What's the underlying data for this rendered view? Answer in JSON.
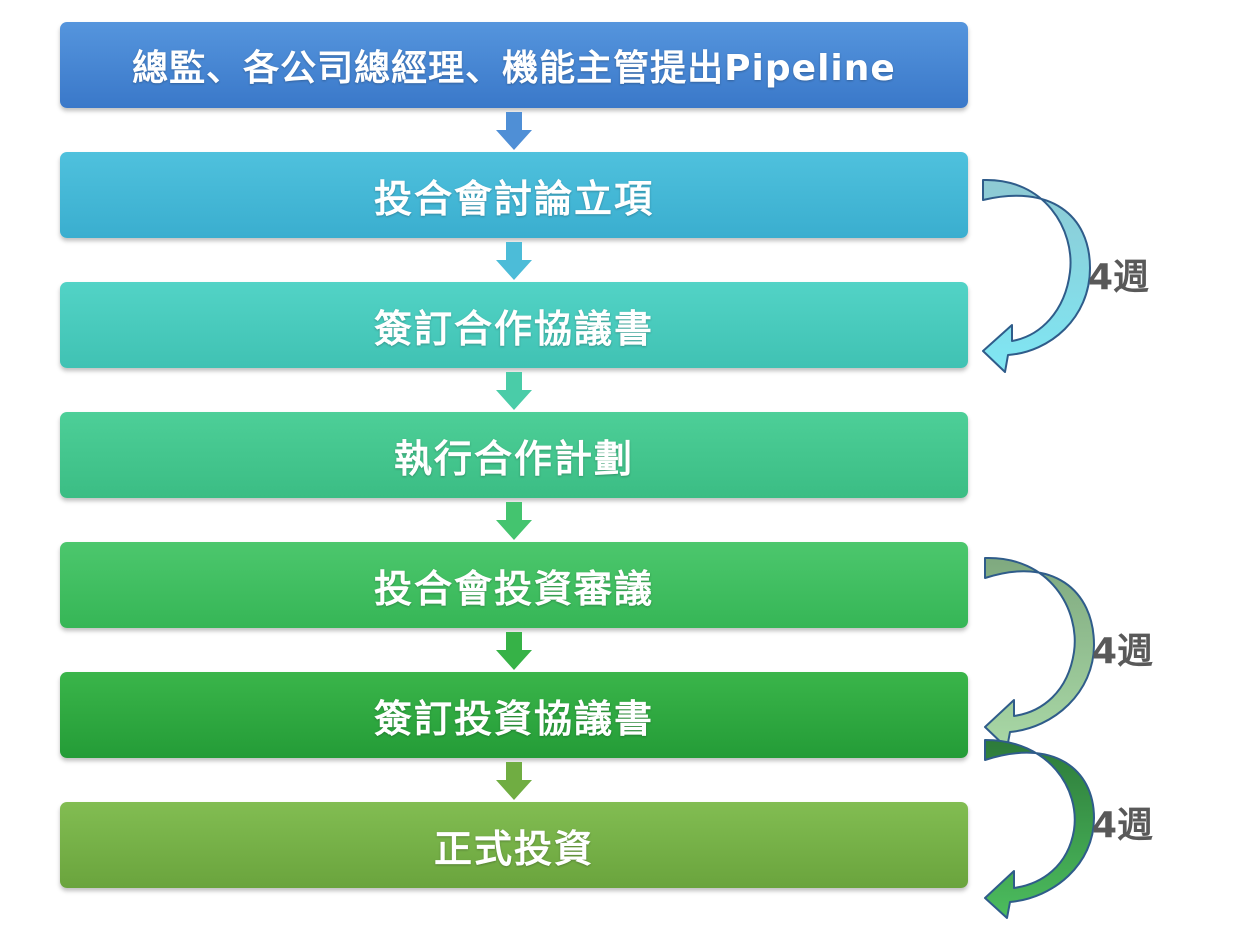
{
  "steps": [
    "總監、各公司總經理、機能主管提出Pipeline",
    "投合會討論立項",
    "簽訂合作協議書",
    "執行合作計劃",
    "投合會投資審議",
    "簽訂投資協議書",
    "正式投資"
  ],
  "durations": [
    "4週",
    "4週",
    "4週"
  ],
  "colors": {
    "step_blue": "#3f7fcf",
    "step_cyan": "#3fb3d3",
    "step_teal": "#45c6b8",
    "step_mint": "#40c48a",
    "step_green": "#3cbc5c",
    "step_dark_green": "#2aa33c",
    "step_olive": "#72ad44",
    "duration_text": "#595959"
  }
}
